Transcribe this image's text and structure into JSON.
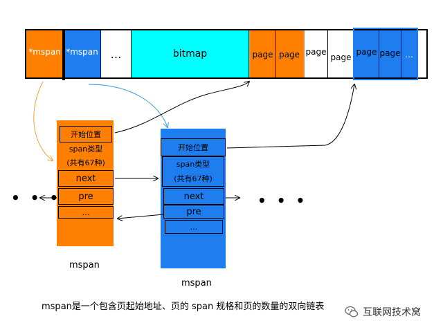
{
  "memory_row": {
    "cells": [
      {
        "label": "*mspan",
        "color": "#ff8000"
      },
      {
        "label": "*mspan",
        "color": "#1e7ef0"
      },
      {
        "label": "…",
        "color": "#ffffff"
      },
      {
        "label": "bitmap",
        "color": "#00ffff"
      },
      {
        "label": "page",
        "color": "#ff8000"
      },
      {
        "label": "page",
        "color": "#ff8000"
      },
      {
        "label": "page",
        "color": "#ffffff"
      },
      {
        "label": "page",
        "color": "#ffffff"
      },
      {
        "label": "page",
        "color": "#1e7ef0"
      },
      {
        "label": "page",
        "color": "#1e7ef0"
      },
      {
        "label": "…",
        "color": "#1e7ef0"
      }
    ]
  },
  "span_orange": {
    "color": "#ff8000",
    "start": "开始位置",
    "type_line1": "span类型",
    "type_line2": "(共有67种)",
    "next": "next",
    "pre": "pre",
    "ellipsis": "…",
    "caption": "mspan"
  },
  "span_blue": {
    "color": "#1e7ef0",
    "start": "开始位置",
    "type_line1": "span类型",
    "type_line2": "(共有67种)",
    "next": "next",
    "pre": "pre",
    "ellipsis": "…",
    "caption": "mspan"
  },
  "left_dots": "• • •",
  "right_dots": "• • •",
  "description": "mspan是一个包含页起始地址、页的 span 规格和页的数量的双向链表",
  "watermark": "互联网技术窝",
  "colors": {
    "orange": "#ff8000",
    "blue": "#1e7ef0",
    "cyan": "#00ffff",
    "arrow_orange": "#f0a030",
    "arrow_blue": "#3a9ad8"
  }
}
